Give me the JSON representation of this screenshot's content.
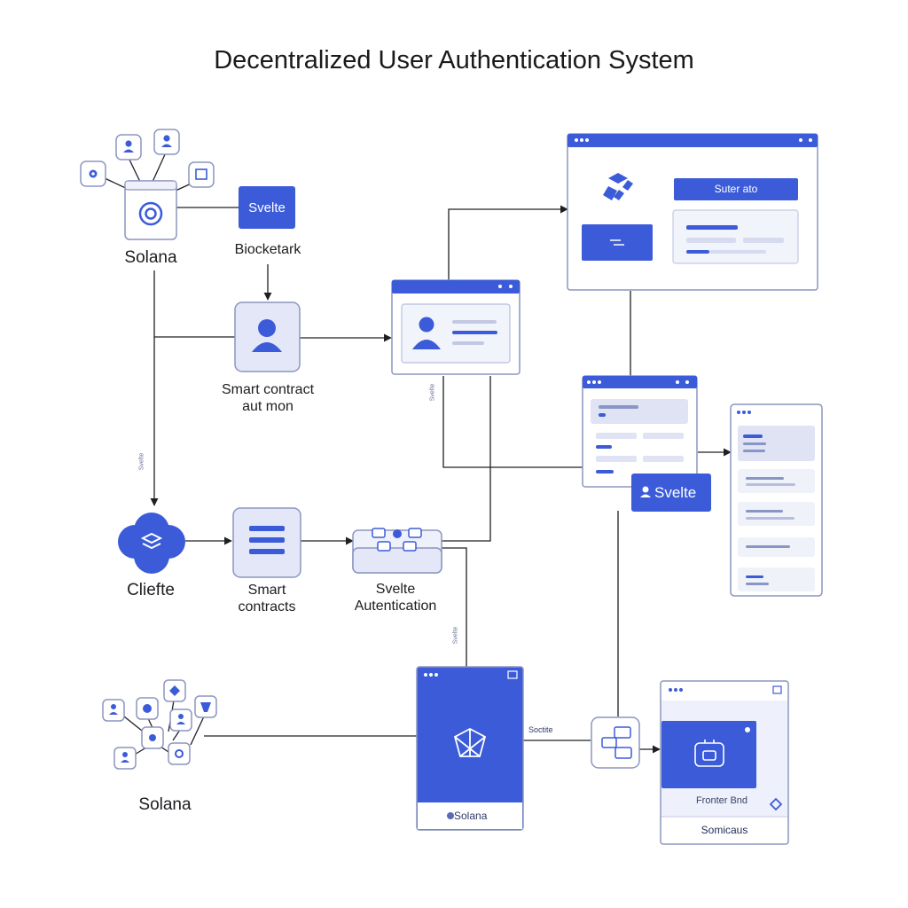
{
  "title": "Decentralized User Authentication System",
  "colors": {
    "primary": "#3b5bd9",
    "panel": "#eef1fb",
    "border": "#9aa3c9",
    "line": "#1f2024"
  },
  "nodes": {
    "solana_top_label": "Solana",
    "svelte_top_button": "Svelte",
    "blocketark_label": "Biocketark",
    "smart_contract_auth_label": [
      "Smart contract",
      "aut mon"
    ],
    "clielte_label": "Cliefte",
    "smart_contracts_label": [
      "Smart",
      "contracts"
    ],
    "svelte_auth_label": [
      "Svelte",
      "Autentication"
    ],
    "solana_bottom_label": "Solana"
  },
  "windows": {
    "top_right_button": "Suter ato",
    "svelte_badge": "Svelte",
    "solana_card_label": "Solana",
    "frontend_label": "Fronter Bnd",
    "bottom_card_label": "Somicaus"
  },
  "connector_labels": {
    "vertical_left": "Svelte",
    "vertical_mid": "Svelte",
    "vertical_lower": "Svelte",
    "soctite": "Soctite"
  },
  "icons": {
    "top_cluster": [
      "user-icon",
      "user-icon",
      "gear-icon",
      "window-icon"
    ],
    "bottom_cluster": [
      "user-icon",
      "puzzle-icon",
      "cube-icon",
      "user-icon",
      "puzzle-icon",
      "tag-icon",
      "user-icon",
      "gear-icon"
    ]
  }
}
